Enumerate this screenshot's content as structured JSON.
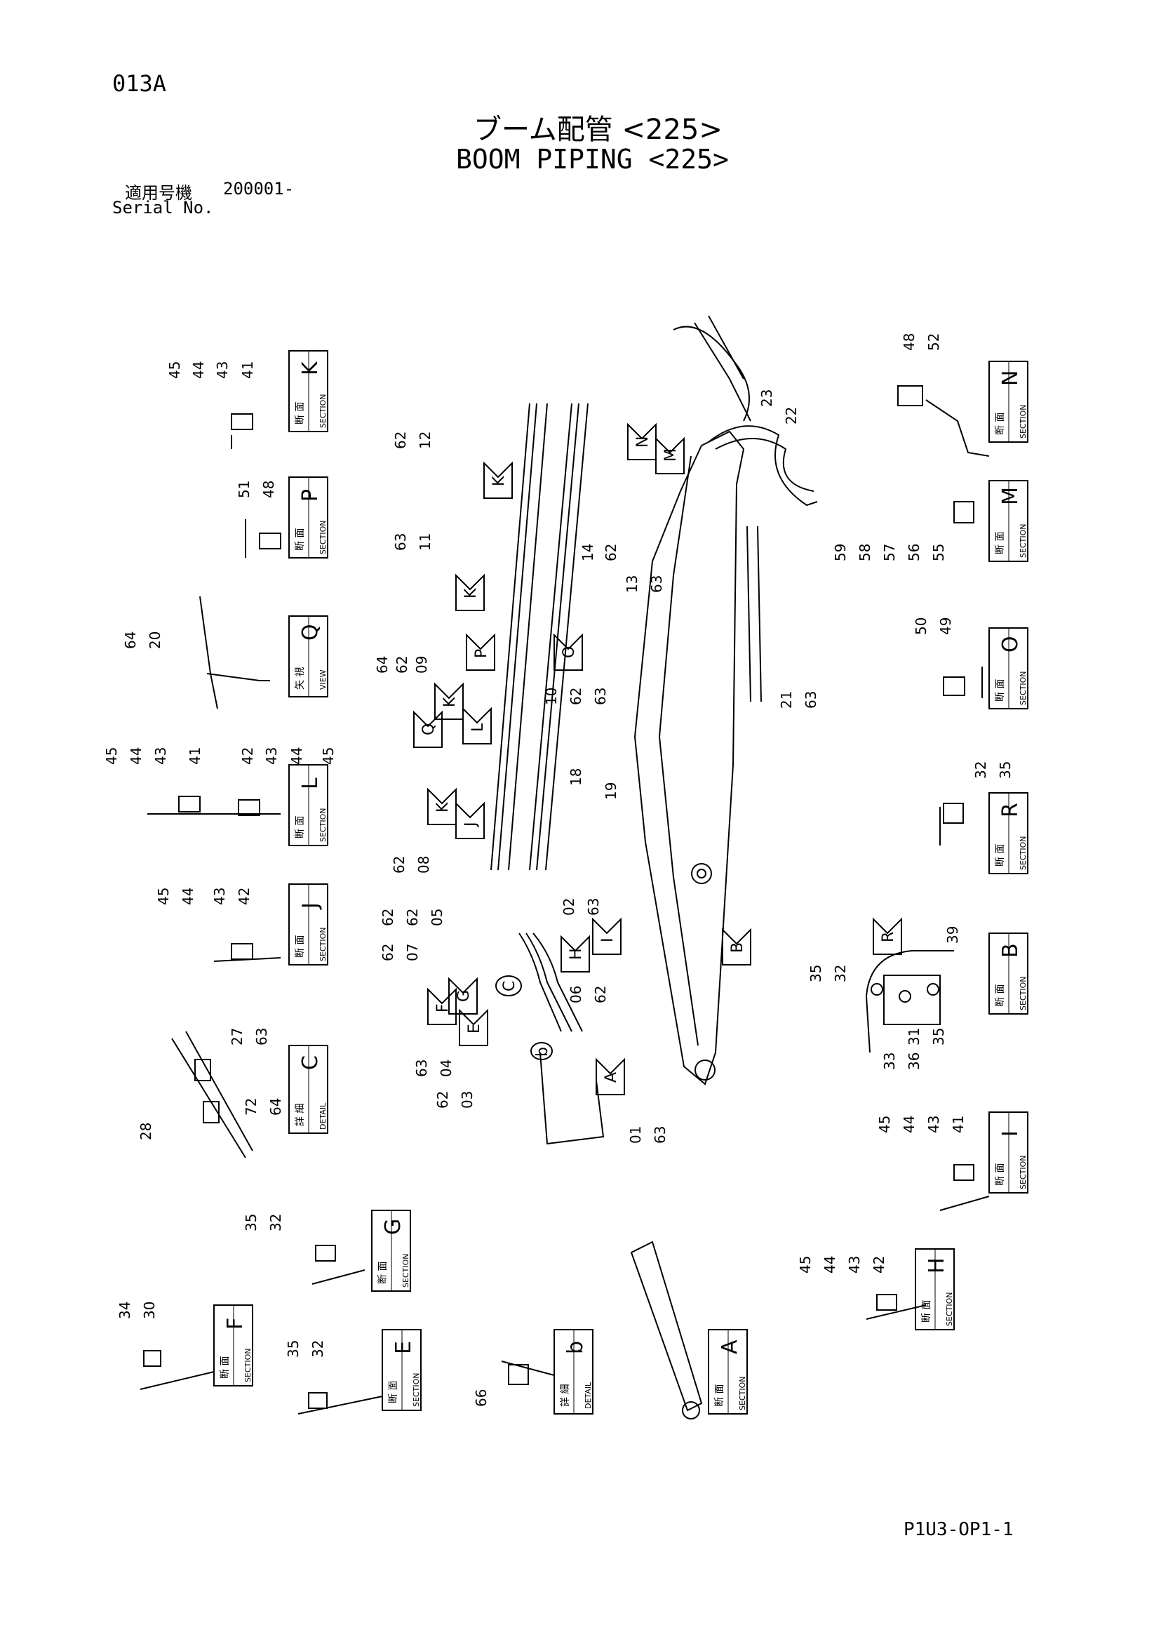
{
  "header": {
    "page_code": "013A",
    "title_jp": "ブーム配管 <225>",
    "title_en": "BOOM PIPING <225>",
    "serial_label_jp": "適用号機",
    "serial_value": "200001-",
    "serial_label_en": "Serial No."
  },
  "footer": {
    "page_ref": "P1U3-OP1-1"
  },
  "boxes": {
    "section_jp": "断 面",
    "section_en": "SECTION",
    "detail_jp": "詳 細",
    "detail_en": "DETAIL",
    "view_jp": "矢 視",
    "view_en": "VIEW",
    "K": "K",
    "P": "P",
    "Q": "Q",
    "L": "L",
    "J": "J",
    "C": "C",
    "G": "G",
    "F": "F",
    "E": "E",
    "b": "b",
    "A": "A",
    "N": "N",
    "M": "M",
    "O": "O",
    "R": "R",
    "B": "B",
    "I": "I",
    "H": "H"
  },
  "callouts": {
    "n01": "01",
    "n02": "02",
    "n03": "03",
    "n04": "04",
    "n05": "05",
    "n06": "06",
    "n07": "07",
    "n08": "08",
    "n09": "09",
    "n10": "10",
    "n11": "11",
    "n12": "12",
    "n13": "13",
    "n14": "14",
    "n18": "18",
    "n19": "19",
    "n20": "20",
    "n21": "21",
    "n22": "22",
    "n23": "23",
    "n27": "27",
    "n28": "28",
    "n30": "30",
    "n31": "31",
    "n32": "32",
    "n33": "33",
    "n34": "34",
    "n35": "35",
    "n36": "36",
    "n39": "39",
    "n41": "41",
    "n42": "42",
    "n43": "43",
    "n44": "44",
    "n45": "45",
    "n48": "48",
    "n49": "49",
    "n50": "50",
    "n51": "51",
    "n52": "52",
    "n55": "55",
    "n56": "56",
    "n57": "57",
    "n58": "58",
    "n59": "59",
    "n62": "62",
    "n63": "63",
    "n64": "64",
    "n66": "66",
    "n72": "72"
  },
  "arrows": {
    "K": "K",
    "Q": "Q",
    "L": "L",
    "J": "J",
    "P": "P",
    "O": "O",
    "N": "N",
    "M": "M",
    "B": "B",
    "R": "R",
    "H": "H",
    "I": "I",
    "G": "G",
    "F": "F",
    "E": "E",
    "A": "A",
    "C": "C",
    "b": "b"
  }
}
